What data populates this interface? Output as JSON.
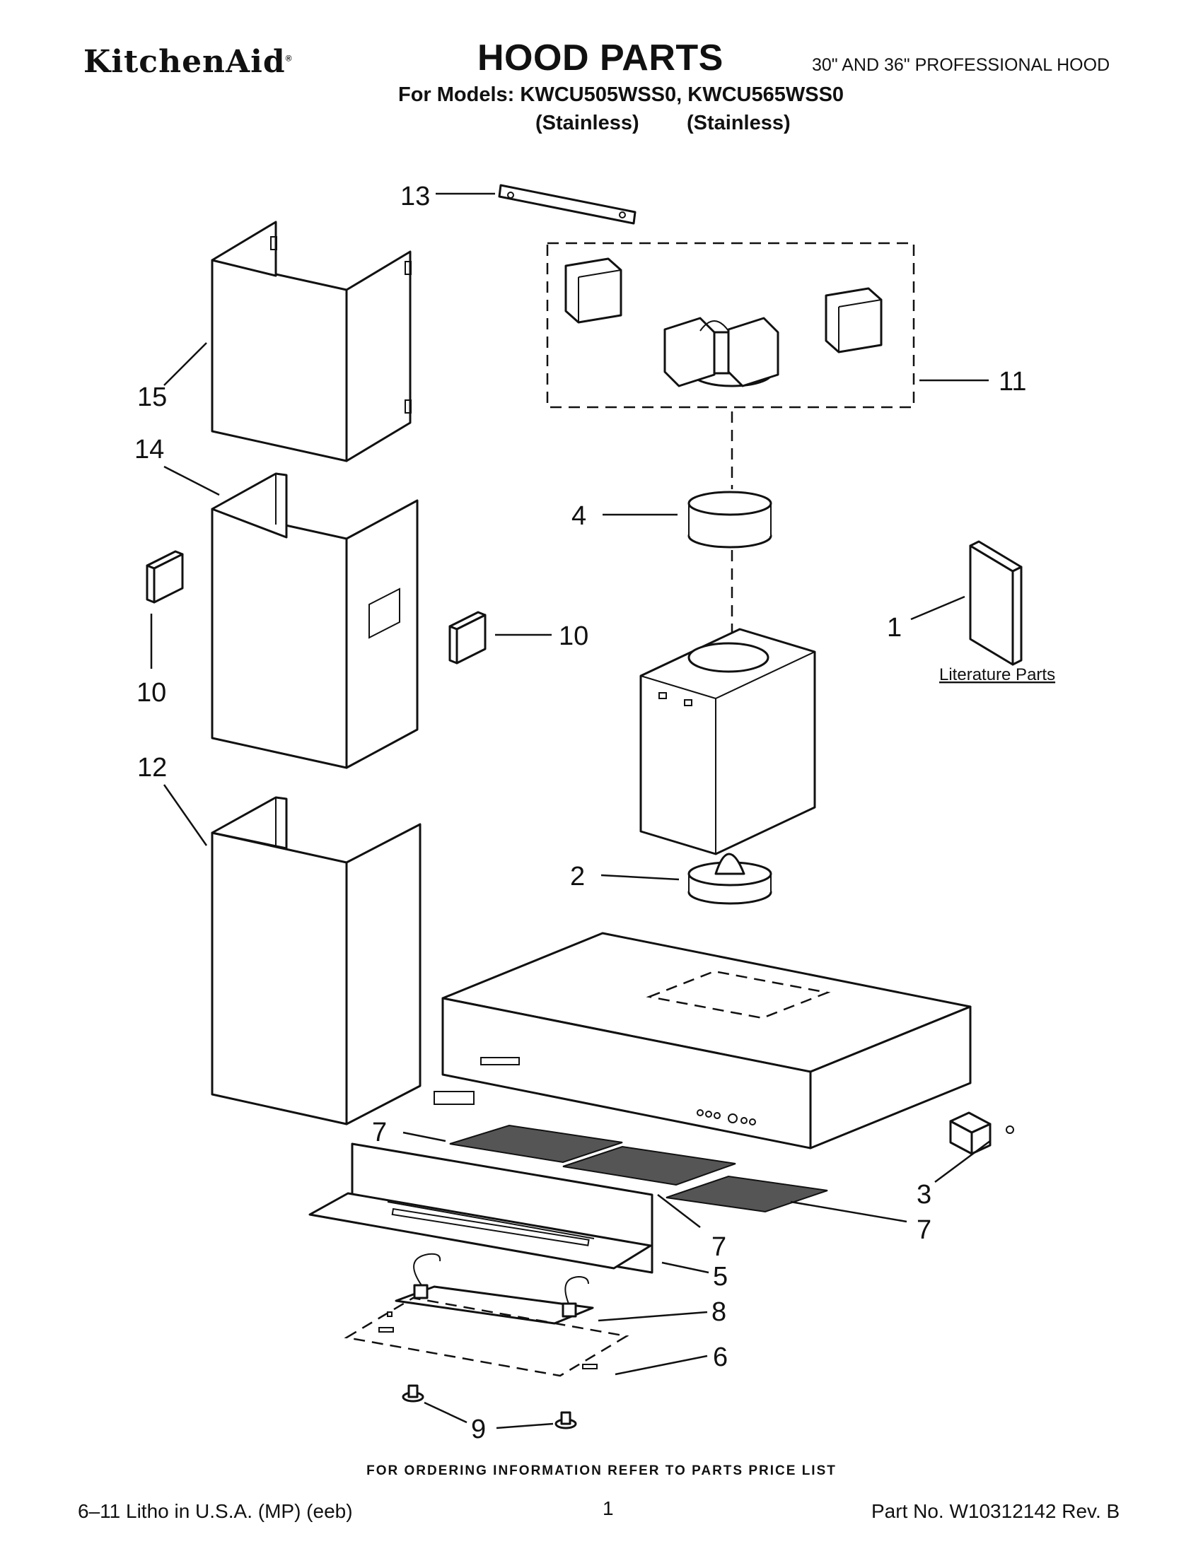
{
  "header": {
    "brand": "KitchenAid",
    "brand_mark": "®",
    "title": "HOOD PARTS",
    "subtitle": "30\" AND 36\" PROFESSIONAL HOOD",
    "models": "For Models: KWCU505WSS0, KWCU565WSS0",
    "finishes": [
      "(Stainless)",
      "(Stainless)"
    ]
  },
  "callouts": {
    "p1": "1",
    "p2": "2",
    "p3": "3",
    "p4": "4",
    "p5": "5",
    "p6": "6",
    "p7a": "7",
    "p7b": "7",
    "p7c": "7",
    "p8": "8",
    "p9": "9",
    "p10a": "10",
    "p10b": "10",
    "p11": "11",
    "p12": "12",
    "p13": "13",
    "p14": "14",
    "p15": "15"
  },
  "literature_label": "Literature Parts",
  "footer": {
    "order_note": "FOR ORDERING INFORMATION REFER TO PARTS PRICE LIST",
    "litho": "6–11 Litho in U.S.A. (MP) (eeb)",
    "page": "1",
    "part_number": "Part No. W10312142 Rev. B"
  }
}
